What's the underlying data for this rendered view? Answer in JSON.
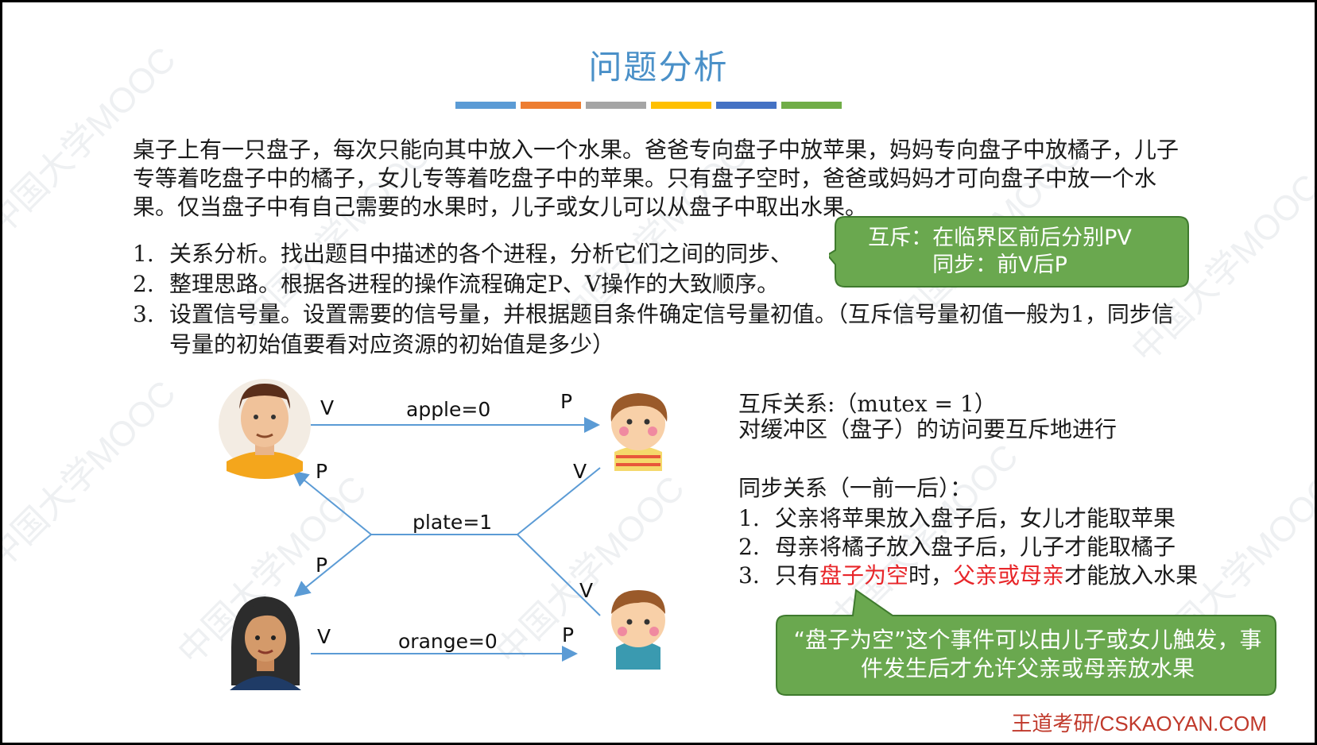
{
  "title": "问题分析",
  "colorbar": [
    "#5b9bd5",
    "#ed7d31",
    "#a5a5a5",
    "#ffc000",
    "#4472c4",
    "#70ad47"
  ],
  "paragraph": "桌子上有一只盘子，每次只能向其中放入一个水果。爸爸专向盘子中放苹果，妈妈专向盘子中放橘子，儿子专等着吃盘子中的橘子，女儿专等着吃盘子中的苹果。只有盘子空时，爸爸或妈妈才可向盘子中放一个水果。仅当盘子中有自己需要的水果时，儿子或女儿可以从盘子中取出水果。",
  "steps": [
    {
      "num": "1.",
      "text": "关系分析。找出题目中描述的各个进程，分析它们之间的同步、"
    },
    {
      "num": "2.",
      "text": "整理思路。根据各进程的操作流程确定P、V操作的大致顺序。"
    },
    {
      "num": "3.",
      "text": "设置信号量。设置需要的信号量，并根据题目条件确定信号量初值。（互斥信号量初值一般为1，同步信号量的初始值要看对应资源的初始值是多少）"
    }
  ],
  "callout_top": {
    "line1": "互斥：在临界区前后分别PV",
    "line2": "同步：前V后P"
  },
  "diagram": {
    "apple": "apple=0",
    "plate": "plate=1",
    "orange": "orange=0",
    "V": "V",
    "P": "P"
  },
  "right": {
    "mutex_title": "互斥关系:（mutex = 1）",
    "mutex_desc": "对缓冲区（盘子）的访问要互斥地进行",
    "sync_title": "同步关系（一前一后）：",
    "sync_items": [
      {
        "num": "1.",
        "text": "父亲将苹果放入盘子后，女儿才能取苹果"
      },
      {
        "num": "2.",
        "text": "母亲将橘子放入盘子后，儿子才能取橘子"
      }
    ],
    "item3": {
      "num": "3.",
      "a": "只有",
      "b": "盘子为空",
      "c": "时，",
      "d": "父亲或母亲",
      "e": "才能放入水果"
    }
  },
  "callout_bottom": "“盘子为空”这个事件可以由儿子或女儿触发，事件发生后才允许父亲或母亲放水果",
  "watermark": "中国大学MOOC",
  "brand": "王道考研/CSKAOYAN.COM",
  "colors": {
    "title": "#4a90c8",
    "callout_fill": "#6aa84f",
    "callout_border": "#3f7a2e",
    "highlight": "#e8262a",
    "arrow": "#5b9bd5"
  }
}
